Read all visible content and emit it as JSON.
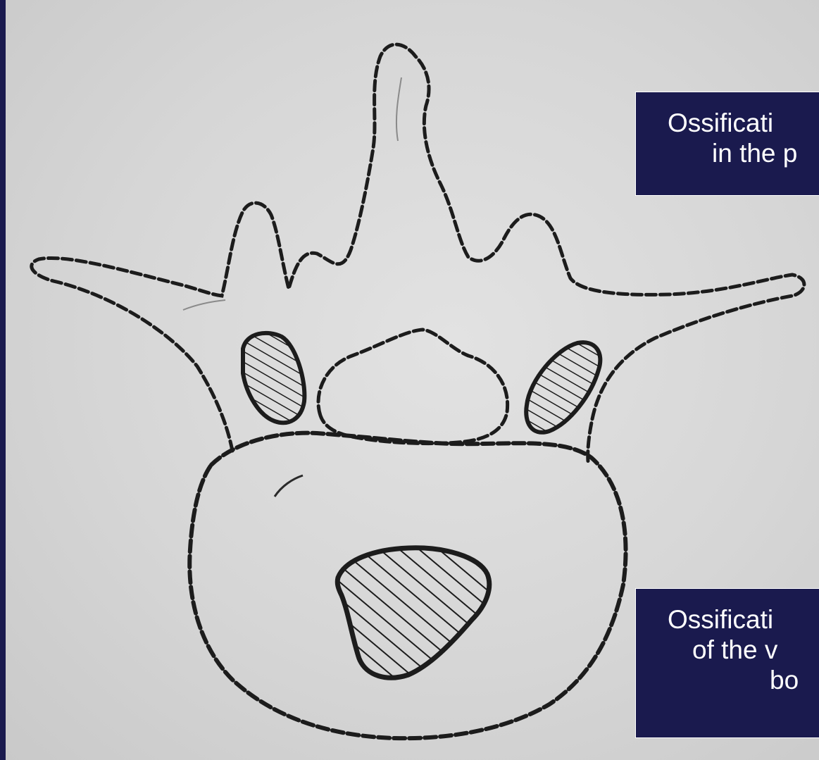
{
  "labels": {
    "top": {
      "line1": "Ossificati",
      "line2": "in the p"
    },
    "bottom": {
      "line1": "Ossificati",
      "line2": "of  the v",
      "line3": "bo"
    }
  },
  "colors": {
    "label_background": "#1a1a4e",
    "label_text": "#ffffff",
    "paper": "#d6d6d6",
    "ink": "#1c1c1c"
  }
}
